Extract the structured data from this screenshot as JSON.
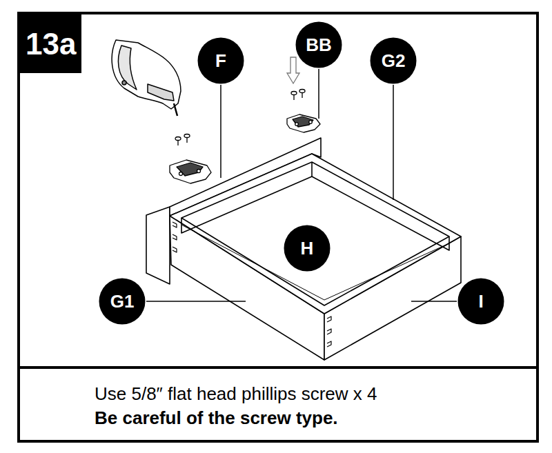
{
  "diagram": {
    "nodes": [
      {
        "text": [
          "13a"
        ]
      },
      {
        "text": [
          "F"
        ]
      },
      {
        "text": [
          "BB"
        ]
      },
      {
        "text": [
          "G2"
        ]
      },
      {
        "text": [
          "H"
        ]
      },
      {
        "text": [
          "G1"
        ]
      },
      {
        "text": [
          "I"
        ]
      },
      {
        "text": [
          "Use 5/8″ flat head phillips screw x 4",
          "Be careful of the screw type."
        ]
      }
    ]
  }
}
